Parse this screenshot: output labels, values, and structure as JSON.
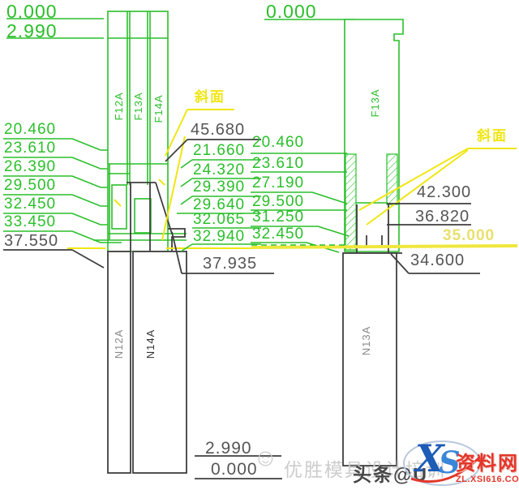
{
  "left_view": {
    "top_levels": [
      "0.000",
      "2.990"
    ],
    "plate_labels": [
      "F12A",
      "F13A",
      "F14A"
    ],
    "base_labels": [
      "N12A",
      "N14A"
    ],
    "left_dims": [
      "20.460",
      "23.610",
      "26.390",
      "29.500",
      "32.450",
      "33.450"
    ],
    "left_dim_dark": "37.550",
    "center_dim_top": "45.680",
    "center_dims": [
      "21.660",
      "24.320",
      "29.390",
      "29.640",
      "32.065",
      "32.940"
    ],
    "center_dim_bottom": "37.935",
    "slope_label": "斜面",
    "bottom_levels": [
      "2.990",
      "0.000"
    ]
  },
  "right_view": {
    "top_level": "0.000",
    "plate_label": "F13A",
    "base_label": "N13A",
    "left_dims": [
      "20.460",
      "23.610",
      "27.190",
      "29.500",
      "31.250",
      "32.450"
    ],
    "right_dims": [
      "42.300",
      "36.820"
    ],
    "yellow_level": "35.000",
    "bottom_dim": "34.600",
    "slope_label": "斜面"
  },
  "watermark": {
    "smiley_icon": "☺",
    "brand": "优胜模具设计培训",
    "headline": "头条@U"
  },
  "logo": {
    "monogram_x": "X",
    "monogram_s": "S",
    "site_name": "资料网",
    "site_url": "ZL.XSI616.COM"
  },
  "colors": {
    "green": "#2abf2a",
    "yellow": "#f0e612",
    "dim_dark": "#555555",
    "watermark_gray": "#cccccc",
    "logo_red": "#e2372b",
    "logo_blue": "#1c5bb6"
  }
}
